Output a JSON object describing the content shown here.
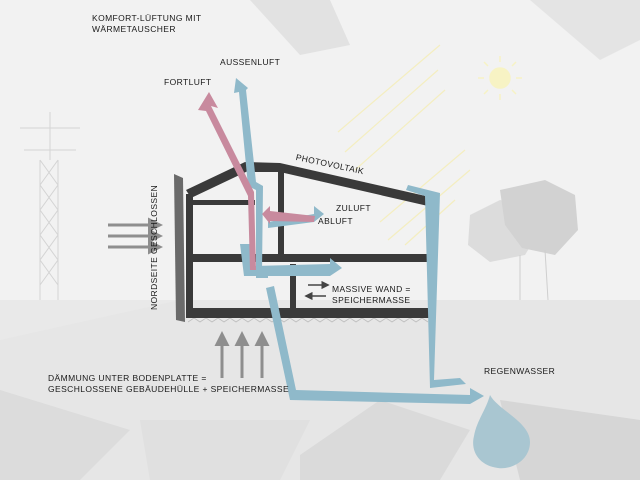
{
  "labels": {
    "komfort_line1": "KOMFORT-LÜFTUNG MIT",
    "komfort_line2": "WÄRMETAUSCHER",
    "aussenluft": "AUSSENLUFT",
    "fortluft": "FORTLUFT",
    "photovoltaik": "PHOTOVOLTAIK",
    "nordseite": "NORDSEITE GESCHLOSSEN",
    "zuluft": "ZULUFT",
    "abluft": "ABLUFT",
    "massive_line1": "MASSIVE WAND =",
    "massive_line2": "SPEICHERMASSE",
    "regenwasser": "REGENWASSER",
    "daemmung_line1": "DÄMMUNG UNTER BODENPLATTE =",
    "daemmung_line2": "GESCHLOSSENE GEBÄUDEHÜLLE + SPEICHERMASSE"
  },
  "colors": {
    "background": "#f2f2f2",
    "house_structure": "#3a3a3a",
    "fresh_air_blue": "#8fb9ca",
    "exhaust_air_red": "#c88a9e",
    "sun_yellow": "#f7f3c4",
    "rain_water": "#a9c6d1",
    "wind_arrow_gray": "#8e8e8e"
  },
  "icons": [
    "sun-icon",
    "water-drop-icon",
    "pylon-icon",
    "tree-icon"
  ]
}
